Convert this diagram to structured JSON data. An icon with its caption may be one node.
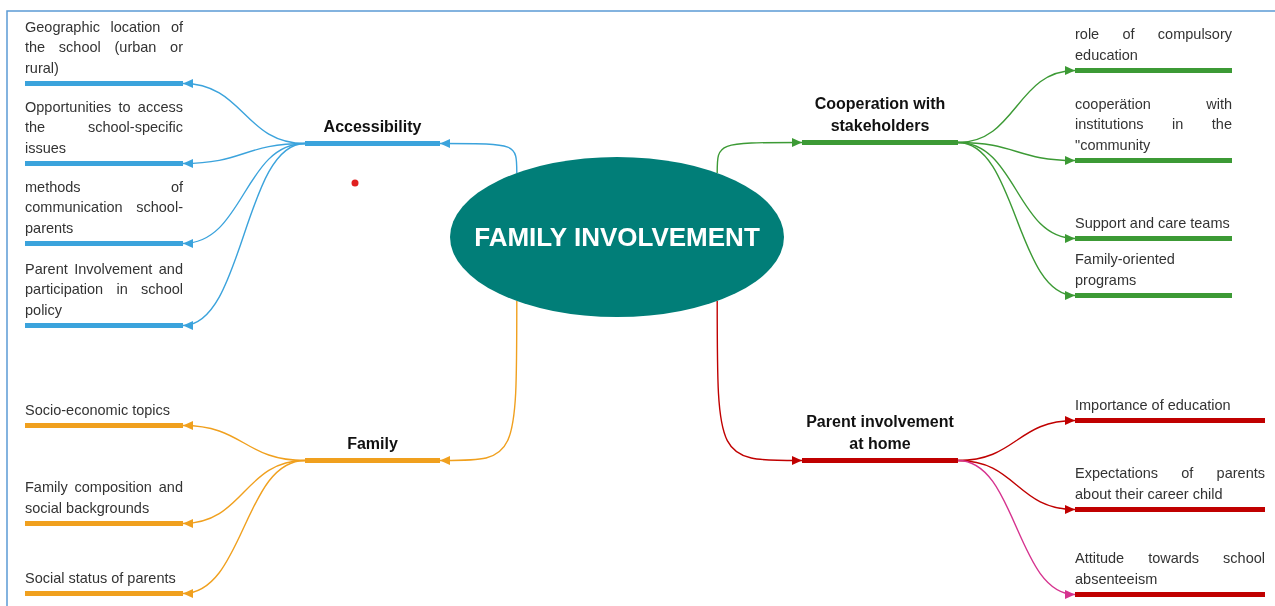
{
  "diagram": {
    "nodes": [
      {
        "text": [
          "FAMILY INVOLVEMENT"
        ]
      },
      {
        "text": [
          "Accessibility"
        ]
      },
      {
        "text": [
          "Geographic location of the school (urban or rural)"
        ]
      },
      {
        "text": [
          "Opportunities to access the school-specific issues"
        ]
      },
      {
        "text": [
          "methods of communication school-parents"
        ]
      },
      {
        "text": [
          "Parent Involvement and participation in school policy"
        ]
      },
      {
        "text": [
          "Cooperation with stakeholders"
        ]
      },
      {
        "text": [
          "role of compulsory education"
        ]
      },
      {
        "text": [
          "cooperätion with institutions in the \"community"
        ]
      },
      {
        "text": [
          "Support and care teams"
        ]
      },
      {
        "text": [
          "Family-oriented programs"
        ]
      },
      {
        "text": [
          "Family"
        ]
      },
      {
        "text": [
          "Socio-economic topics"
        ]
      },
      {
        "text": [
          "Family composition and social backgrounds"
        ]
      },
      {
        "text": [
          "Social status of parents"
        ]
      },
      {
        "text": [
          "Parent involvement at home"
        ]
      },
      {
        "text": [
          "Importance of education"
        ]
      },
      {
        "text": [
          "Expectations of parents about their career child"
        ]
      },
      {
        "text": [
          "Attitude towards school absenteeism"
        ]
      }
    ],
    "edges": [
      {
        "from": 0,
        "to": 1,
        "arrow": "to",
        "color": "#3ba3dc"
      },
      {
        "from": 1,
        "to": 2,
        "arrow": "to",
        "color": "#3ba3dc"
      },
      {
        "from": 1,
        "to": 3,
        "arrow": "to",
        "color": "#3ba3dc"
      },
      {
        "from": 1,
        "to": 4,
        "arrow": "to",
        "color": "#3ba3dc"
      },
      {
        "from": 1,
        "to": 5,
        "arrow": "to",
        "color": "#3ba3dc"
      },
      {
        "from": 0,
        "to": 6,
        "arrow": "to",
        "color": "#3c9a35"
      },
      {
        "from": 6,
        "to": 7,
        "arrow": "to",
        "color": "#3c9a35"
      },
      {
        "from": 6,
        "to": 8,
        "arrow": "to",
        "color": "#3c9a35"
      },
      {
        "from": 6,
        "to": 9,
        "arrow": "to",
        "color": "#3c9a35"
      },
      {
        "from": 6,
        "to": 10,
        "arrow": "to",
        "color": "#3c9a35"
      },
      {
        "from": 0,
        "to": 11,
        "arrow": "to",
        "color": "#f0a01e"
      },
      {
        "from": 11,
        "to": 12,
        "arrow": "to",
        "color": "#f0a01e"
      },
      {
        "from": 11,
        "to": 13,
        "arrow": "to",
        "color": "#f0a01e"
      },
      {
        "from": 11,
        "to": 14,
        "arrow": "to",
        "color": "#f0a01e"
      },
      {
        "from": 0,
        "to": 15,
        "arrow": "to",
        "color": "#c00000"
      },
      {
        "from": 15,
        "to": 16,
        "arrow": "to",
        "color": "#c00000"
      },
      {
        "from": 15,
        "to": 17,
        "arrow": "to",
        "color": "#c00000"
      },
      {
        "from": 15,
        "to": 18,
        "arrow": "to",
        "color": "#d6338f"
      }
    ]
  }
}
